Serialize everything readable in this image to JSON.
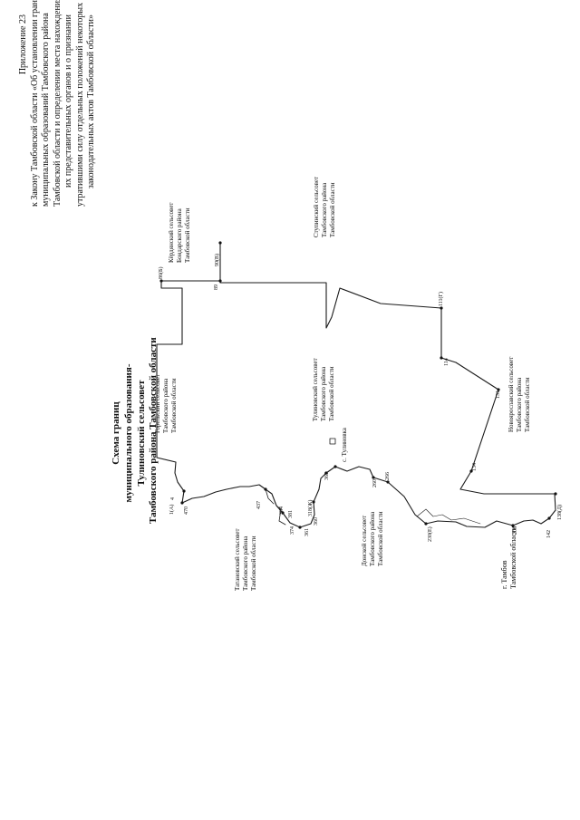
{
  "annex": {
    "lines": [
      "Приложение 23",
      "к Закону Тамбовской области «Об установлении границ",
      "муниципальных образований Тамбовского района",
      "Тамбовской области и определении места нахождения",
      "их представительных органов и о признании",
      "утратившими силу отдельных положений некоторых",
      "законодательных актов Тамбовской области»"
    ]
  },
  "title": {
    "lines": [
      "Схема границ",
      "муниципального образования-",
      "Тулиновский сельсовет",
      "Тамбовского района Тамбовской области"
    ]
  },
  "neighbors": [
    {
      "id": "karianskiy",
      "lines": [
        "Кёрдянский сельсовет",
        "Бондарского района",
        "Тамбовской области"
      ]
    },
    {
      "id": "gorelskiy",
      "lines": [
        "Горельский сельсовет",
        "Тамбовского района",
        "Тамбовской области"
      ]
    },
    {
      "id": "stupinskiy",
      "lines": [
        "Ступинский сельсовет",
        "Тамбовского района",
        "Тамбовской области"
      ]
    },
    {
      "id": "tulinovskiy",
      "lines": [
        "Тулиновский сельсовет",
        "Тамбовского района",
        "Тамбовской области"
      ]
    },
    {
      "id": "tatanovskiy",
      "lines": [
        "Татановский сельсовет",
        "Тамбовского района",
        "Тамбовской области"
      ]
    },
    {
      "id": "donskoy",
      "lines": [
        "Донской сельсовет",
        "Тамбовского района",
        "Тамбовской области"
      ]
    },
    {
      "id": "novoyaroslavskiy",
      "lines": [
        "Новоярославский сельсовет",
        "Тамбовского района",
        "Тамбовской области"
      ]
    },
    {
      "id": "tambov",
      "lines": [
        "г. Тамбов",
        "Тамбовской области"
      ]
    }
  ],
  "settlement": "с. Тулиновка",
  "points": [
    "86(Б)",
    "90(В)",
    "89",
    "111(Г)",
    "114",
    "131",
    "134",
    "138(Д)",
    "142",
    "208",
    "230(Е)",
    "260",
    "266",
    "318(Ж)",
    "360",
    "369",
    "361",
    "374",
    "381",
    "384",
    "437",
    "470",
    "1(А)",
    "4"
  ]
}
